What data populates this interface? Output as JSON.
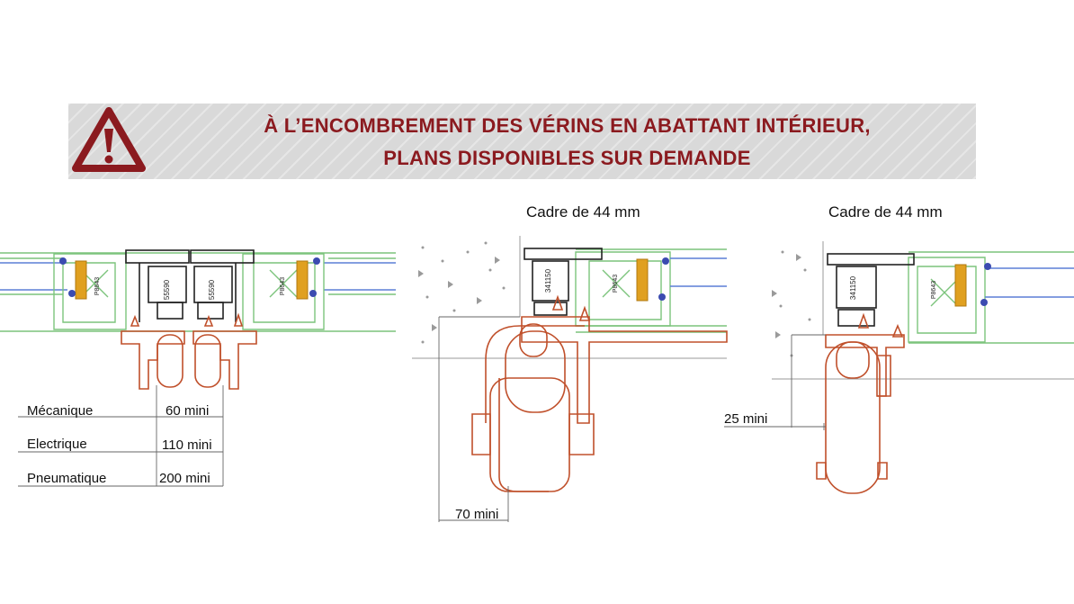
{
  "banner": {
    "icon": "warning-triangle-icon",
    "line1": "À L’ENCOMBREMENT DES VÉRINS EN ABATTANT INTÉRIEUR,",
    "line2": "PLANS DISPONIBLES SUR DEMANDE",
    "text_color": "#8b1a1f",
    "background": "#d9d9d9"
  },
  "figure1": {
    "profile_labels": [
      "55590",
      "55590"
    ],
    "gasket_labels": [
      "P8643",
      "P8643"
    ],
    "dimension_rows": [
      {
        "label": "Mécanique",
        "value": "60 mini"
      },
      {
        "label": "Electrique",
        "value": "110 mini"
      },
      {
        "label": "Pneumatique",
        "value": "200 mini"
      }
    ]
  },
  "figure2": {
    "caption": "Cadre de 44 mm",
    "profile_label": "341150",
    "gasket_label": "P8643",
    "dimension": "70 mini"
  },
  "figure3": {
    "caption": "Cadre de 44 mm",
    "profile_label": "341150",
    "gasket_label": "P8643",
    "dimension": "25 mini"
  },
  "colors": {
    "actuator": "#c0502b",
    "frame_green": "#7cc47c",
    "glass_blue": "#5b7fd6",
    "profile_black": "#222222",
    "gasket_orange": "#e0a020",
    "wall_grey": "#9a9a9a"
  }
}
